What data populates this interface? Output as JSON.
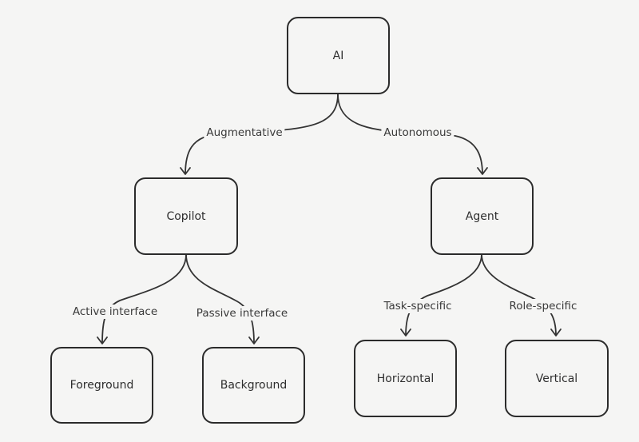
{
  "diagram": {
    "nodes": {
      "ai": "AI",
      "copilot": "Copilot",
      "agent": "Agent",
      "foreground": "Foreground",
      "background": "Background",
      "horizontal": "Horizontal",
      "vertical": "Vertical"
    },
    "edges": {
      "augmentative": "Augmentative",
      "autonomous": "Autonomous",
      "active_interface": "Active interface",
      "passive_interface": "Passive interface",
      "task_specific": "Task-specific",
      "role_specific": "Role-specific"
    },
    "colors": {
      "background": "#f5f5f4",
      "stroke": "#2b2b2b",
      "text": "#2e2e2e"
    }
  }
}
